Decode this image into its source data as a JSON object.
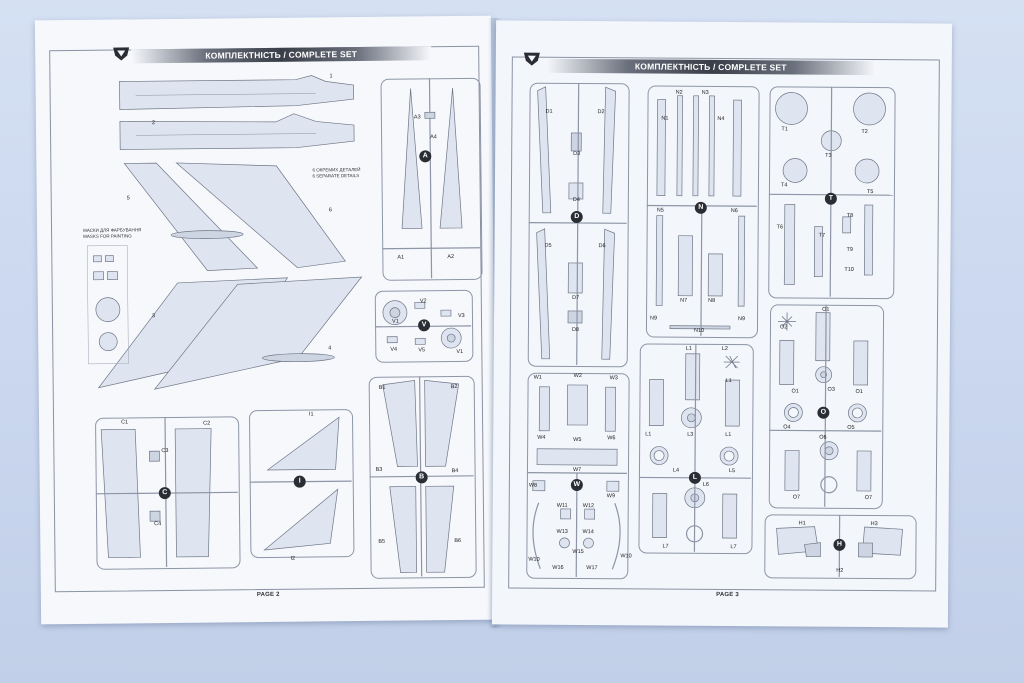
{
  "left_page": {
    "header": "КОМПЛЕКТНІСТЬ / COMPLETE SET",
    "page_number": "PAGE 2",
    "note_separate": [
      "6 ОКРЕМИХ ДЕТАЛЕЙ",
      "6 SEPARATE DETAILS"
    ],
    "note_masks": [
      "МАСКИ ДЛЯ ФАРБУВАННЯ",
      "MASKS FOR PAINTING"
    ],
    "fuselage_labels": [
      "1",
      "2",
      "3",
      "4",
      "5",
      "6"
    ],
    "sprue_A": {
      "letter": "A",
      "labels": [
        "A1",
        "A2",
        "A3",
        "A4"
      ]
    },
    "sprue_V": {
      "letter": "V",
      "labels": [
        "V1",
        "V2",
        "V3",
        "V4",
        "V5",
        "V1"
      ]
    },
    "sprue_B": {
      "letter": "B",
      "labels": [
        "B1",
        "B2",
        "B3",
        "B4",
        "B5",
        "B6"
      ]
    },
    "sprue_C": {
      "letter": "C",
      "labels": [
        "C1",
        "C2",
        "C3",
        "C4"
      ]
    },
    "sprue_I": {
      "letter": "I",
      "labels": [
        "I1",
        "I2"
      ]
    }
  },
  "right_page": {
    "header": "КОМПЛЕКТНІСТЬ / COMPLETE SET",
    "page_number": "PAGE 3",
    "sprue_D": {
      "letter": "D",
      "labels": [
        "D1",
        "D2",
        "D3",
        "D4",
        "D5",
        "D6",
        "D7",
        "D8"
      ]
    },
    "sprue_N": {
      "letter": "N",
      "labels": [
        "N1",
        "N2",
        "N3",
        "N4",
        "N5",
        "N6",
        "N7",
        "N8",
        "N9",
        "N9",
        "N10"
      ]
    },
    "sprue_T": {
      "letter": "T",
      "labels": [
        "T1",
        "T2",
        "T3",
        "T4",
        "T5",
        "T6",
        "T7",
        "T8",
        "T9",
        "T10"
      ]
    },
    "sprue_W": {
      "letter": "W",
      "labels": [
        "W1",
        "W2",
        "W3",
        "W4",
        "W5",
        "W6",
        "W7",
        "W8",
        "W9",
        "W10",
        "W10",
        "W11",
        "W12",
        "W13",
        "W14",
        "W15",
        "W16",
        "W17"
      ]
    },
    "sprue_L": {
      "letter": "L",
      "labels": [
        "L1",
        "L2",
        "L1",
        "L1",
        "L3",
        "L1",
        "L4",
        "L5",
        "L6",
        "L7",
        "L7"
      ]
    },
    "sprue_O": {
      "letter": "O",
      "labels": [
        "O1",
        "O2",
        "O1",
        "O1",
        "O3",
        "O4",
        "O5",
        "O6",
        "O7",
        "O7"
      ]
    },
    "sprue_H": {
      "letter": "H",
      "labels": [
        "H1",
        "H2",
        "H3"
      ]
    }
  },
  "colors": {
    "background": "#ccd9ef",
    "paper": "#f6f8fc",
    "line": "#6e7686",
    "header_dark": "#3a3e48"
  }
}
